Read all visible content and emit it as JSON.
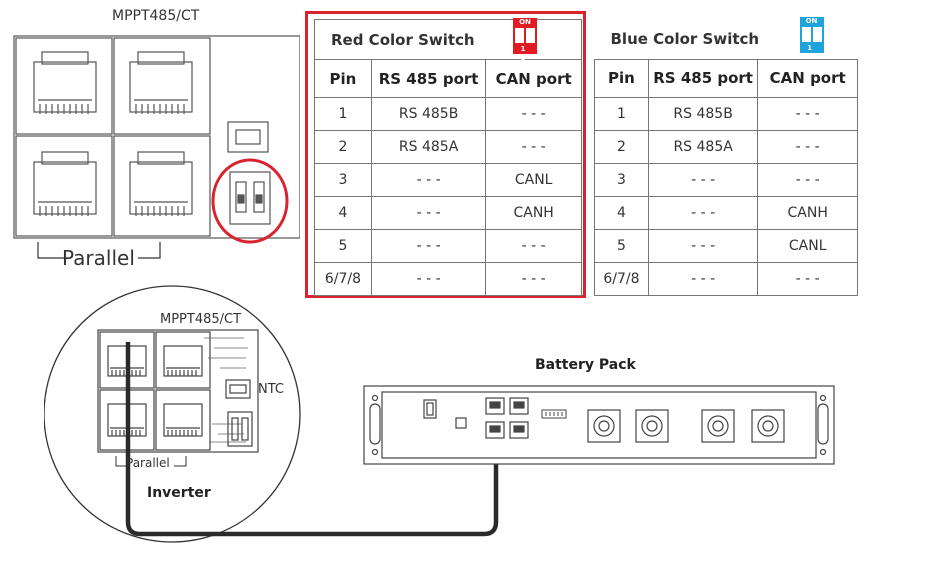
{
  "inverter_panel": {
    "top_label": "MPPT485/CT",
    "parallel_label": "Parallel"
  },
  "red_table": {
    "title": "Red Color Switch",
    "switch_color": "#e21b23",
    "dip_on": "ON",
    "dip_numbers": "1 2",
    "headers": [
      "Pin",
      "RS 485 port",
      "CAN port"
    ],
    "rows": [
      [
        "1",
        "RS 485B",
        "- - -"
      ],
      [
        "2",
        "RS 485A",
        "- - -"
      ],
      [
        "3",
        "- - -",
        "CANL"
      ],
      [
        "4",
        "- - -",
        "CANH"
      ],
      [
        "5",
        "- - -",
        "- - -"
      ],
      [
        "6/7/8",
        "- - -",
        "- - -"
      ]
    ],
    "highlight_color": "#d9232d"
  },
  "blue_table": {
    "title": "Blue Color Switch",
    "switch_color": "#1ea3dc",
    "dip_on": "ON",
    "dip_numbers": "1 2",
    "headers": [
      "Pin",
      "RS 485 port",
      "CAN port"
    ],
    "rows": [
      [
        "1",
        "RS 485B",
        "- - -"
      ],
      [
        "2",
        "RS 485A",
        "- - -"
      ],
      [
        "3",
        "- - -",
        "- - -"
      ],
      [
        "4",
        "- - -",
        "CANH"
      ],
      [
        "5",
        "- - -",
        "CANL"
      ],
      [
        "6/7/8",
        "- - -",
        "- - -"
      ]
    ]
  },
  "inverter_detail": {
    "top_label": "MPPT485/CT",
    "ntc_label": "NTC",
    "parallel_label": "Parallel",
    "caption": "Inverter"
  },
  "battery": {
    "caption": "Battery Pack"
  }
}
